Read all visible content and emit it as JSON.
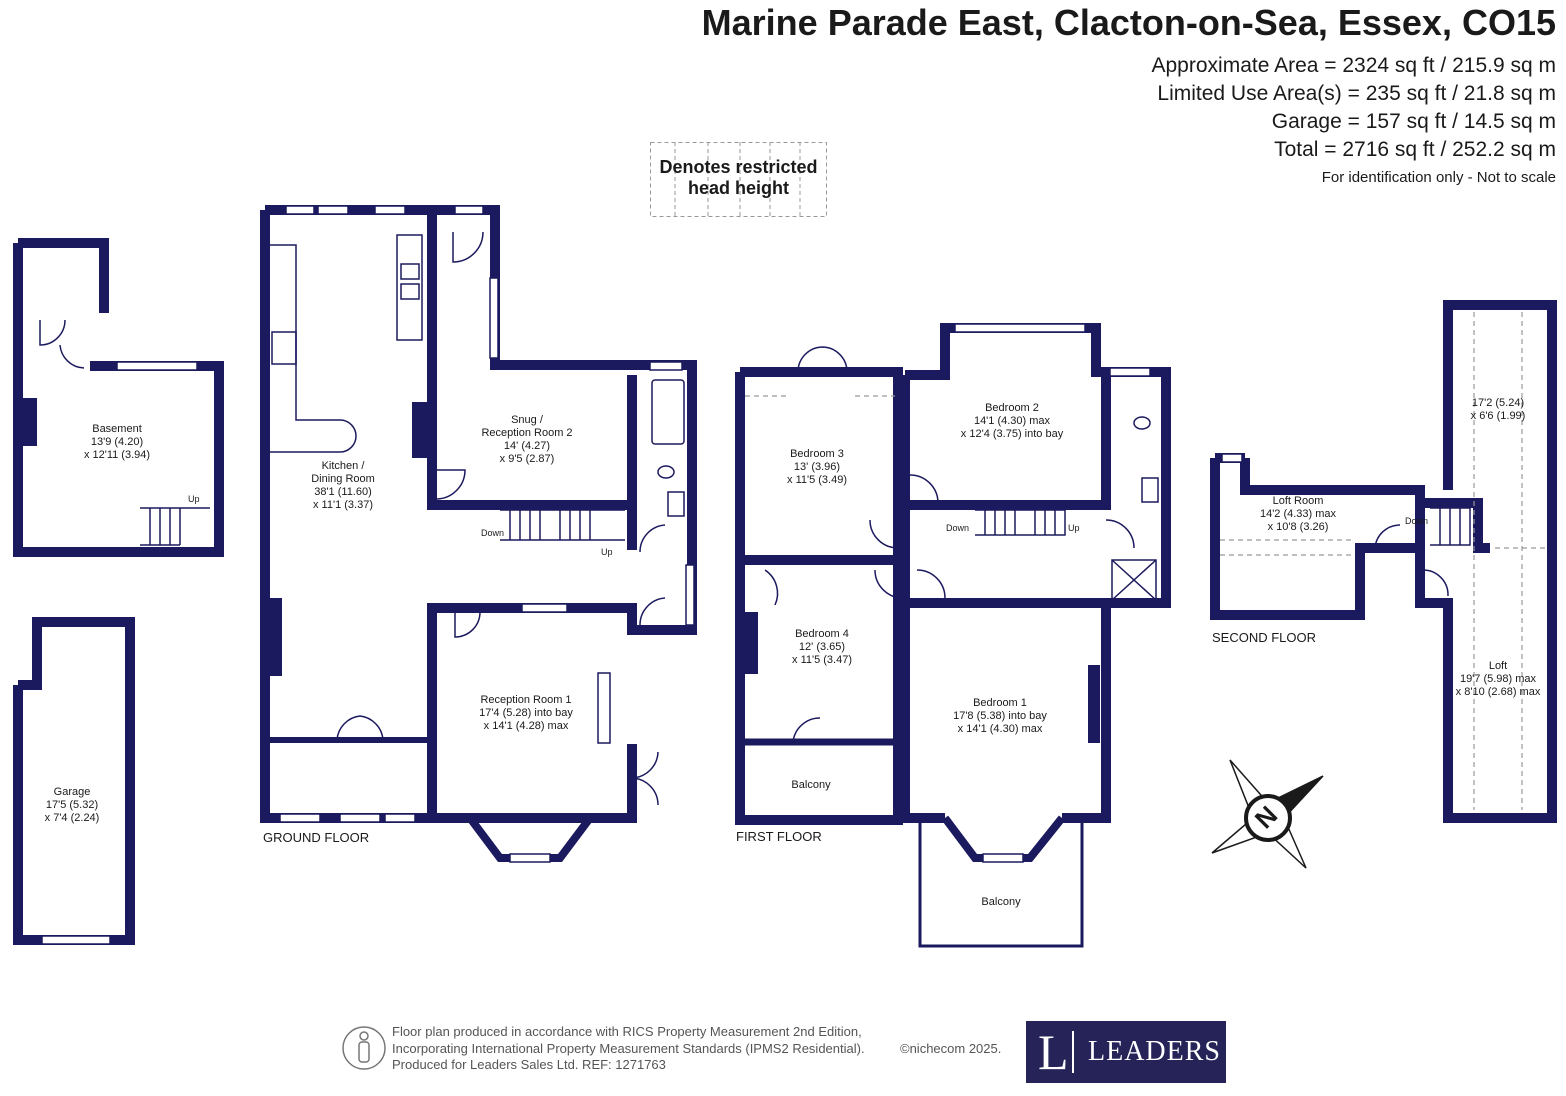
{
  "header": {
    "address": "Marine Parade East, Clacton-on-Sea, Essex, CO15",
    "areas": [
      "Approximate Area = 2324 sq ft / 215.9 sq m",
      "Limited Use Area(s) = 235 sq ft / 21.8 sq m",
      "Garage = 157 sq ft / 14.5 sq m",
      "Total = 2716 sq ft / 252.2 sq m"
    ],
    "note": "For identification only - Not to scale"
  },
  "legend": {
    "line1": "Denotes restricted",
    "line2": "head height"
  },
  "floors": {
    "ground": "GROUND FLOOR",
    "first": "FIRST FLOOR",
    "second": "SECOND FLOOR"
  },
  "rooms": {
    "basement": [
      "Basement",
      "13'9 (4.20)",
      "x 12'11 (3.94)"
    ],
    "garage": [
      "Garage",
      "17'5 (5.32)",
      "x 7'4 (2.24)"
    ],
    "kitchen": [
      "Kitchen /",
      "Dining Room",
      "38'1 (11.60)",
      "x 11'1 (3.37)"
    ],
    "snug": [
      "Snug /",
      "Reception Room 2",
      "14' (4.27)",
      "x 9'5 (2.87)"
    ],
    "reception1": [
      "Reception Room 1",
      "17'4 (5.28) into bay",
      "x 14'1 (4.28) max"
    ],
    "bedroom3": [
      "Bedroom 3",
      "13' (3.96)",
      "x 11'5 (3.49)"
    ],
    "bedroom2": [
      "Bedroom 2",
      "14'1 (4.30) max",
      "x 12'4 (3.75) into bay"
    ],
    "bedroom4": [
      "Bedroom 4",
      "12' (3.65)",
      "x 11'5 (3.47)"
    ],
    "bedroom1": [
      "Bedroom 1",
      "17'8 (5.38) into bay",
      "x 14'1 (4.30) max"
    ],
    "balcony_rear": [
      "Balcony"
    ],
    "balcony_front": [
      "Balcony"
    ],
    "loft_room": [
      "Loft Room",
      "14'2 (4.33) max",
      "x 10'8 (3.26)"
    ],
    "loft_upper": [
      "17'2 (5.24)",
      "x 6'6 (1.99)"
    ],
    "loft": [
      "Loft",
      "19'7 (5.98) max",
      "x 8'10 (2.68) max"
    ]
  },
  "stairs": {
    "basement_up": "Up",
    "ground_down": "Down",
    "ground_up": "Up",
    "first_down": "Down",
    "first_up": "Up",
    "second_down": "Down"
  },
  "compass": {
    "letter": "N"
  },
  "footer": {
    "lines": [
      "Floor plan produced in accordance with RICS Property Measurement 2nd Edition,",
      "Incorporating International Property Measurement Standards (IPMS2 Residential).",
      "Produced for Leaders Sales Ltd.   REF:  1271763"
    ],
    "credit": "©nichecom 2025.",
    "logo_letter": "L",
    "logo_name": "LEADERS"
  },
  "colors": {
    "wall": "#1c1a5e",
    "logo_bg": "#262358"
  }
}
